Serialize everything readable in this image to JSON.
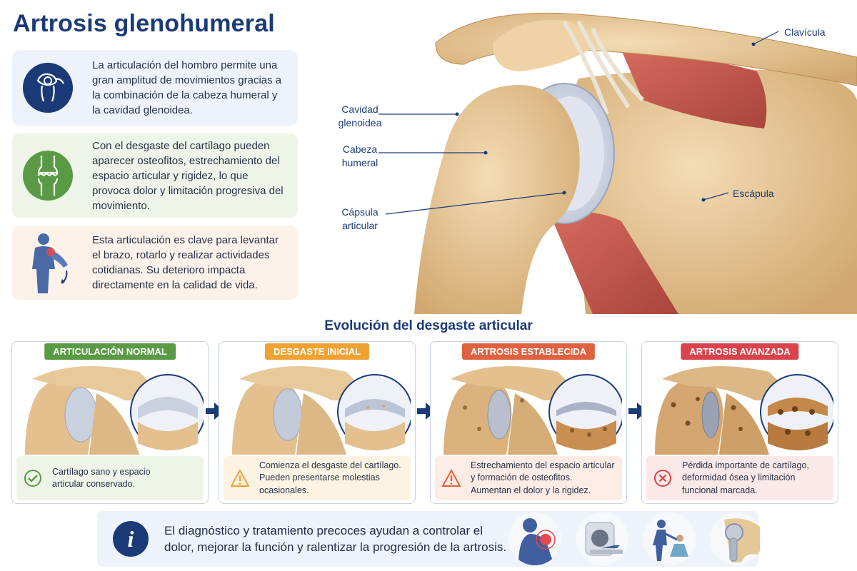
{
  "title": "Artrosis glenohumeral",
  "cards": [
    {
      "text": "La articulación del hombro permite una gran amplitud de movimientos gracias a la combinación de la cabeza humeral y la cavidad glenoidea.",
      "icon": "shoulder-joint-icon"
    },
    {
      "text": "Con el desgaste del cartílago pueden aparecer osteofitos, estrechamiento del espacio articular y rigidez, lo que provoca dolor y limitación progresiva del movimiento.",
      "icon": "worn-joint-icon"
    },
    {
      "text": "Esta articulación es clave para levantar el brazo, rotarlo y realizar actividades cotidianas. Su deterioro impacta directamente en la calidad de vida.",
      "icon": "person-arm-icon"
    }
  ],
  "anatomy_labels": {
    "clavicula": "Clavícula",
    "cavidad_1": "Cavidad",
    "cavidad_2": "glenoidea",
    "cabeza_1": "Cabeza",
    "cabeza_2": "humeral",
    "capsula_1": "Cápsula",
    "capsula_2": "articular",
    "escapula": "Escápula"
  },
  "section_title": "Evolución del desgaste articular",
  "stages": [
    {
      "label": "ARTICULACIÓN NORMAL",
      "color": "#5a9a45",
      "bg": "#eef5e8",
      "icon": "check-circle-icon",
      "lines": [
        "Cartílago sano y espacio",
        "articular conservado."
      ]
    },
    {
      "label": "DESGASTE INICIAL",
      "color": "#efa233",
      "bg": "#fdf3e3",
      "icon": "warning-icon",
      "lines": [
        "Comienza el desgaste del cartílago.",
        "Pueden presentarse molestias",
        "ocasionales."
      ]
    },
    {
      "label": "ARTROSIS ESTABLECIDA",
      "color": "#e0613f",
      "bg": "#fdece5",
      "icon": "warning-icon",
      "lines": [
        "Estrechamiento del espacio articular",
        "y formación de osteofitos.",
        "Aumentan el dolor y la rigidez."
      ]
    },
    {
      "label": "ARTROSIS AVANZADA",
      "color": "#d9434b",
      "bg": "#fbe8e8",
      "icon": "x-circle-icon",
      "lines": [
        "Pérdida importante de cartílago,",
        "deformidad ósea y limitación",
        "funcional marcada."
      ]
    }
  ],
  "info": {
    "icon_glyph": "i",
    "text": "El diagnóstico y tratamiento precoces ayudan a controlar el dolor, mejorar la función y ralentizar la progresión de la artrosis.",
    "thumbs": [
      "pain-person-icon",
      "mri-scanner-icon",
      "physiotherapy-icon",
      "shoulder-prosthesis-icon"
    ]
  },
  "colors": {
    "accent": "#1b3a78",
    "bone": "#e8c99a",
    "cartilage": "#c9d1df",
    "muscle": "#c4574c"
  }
}
